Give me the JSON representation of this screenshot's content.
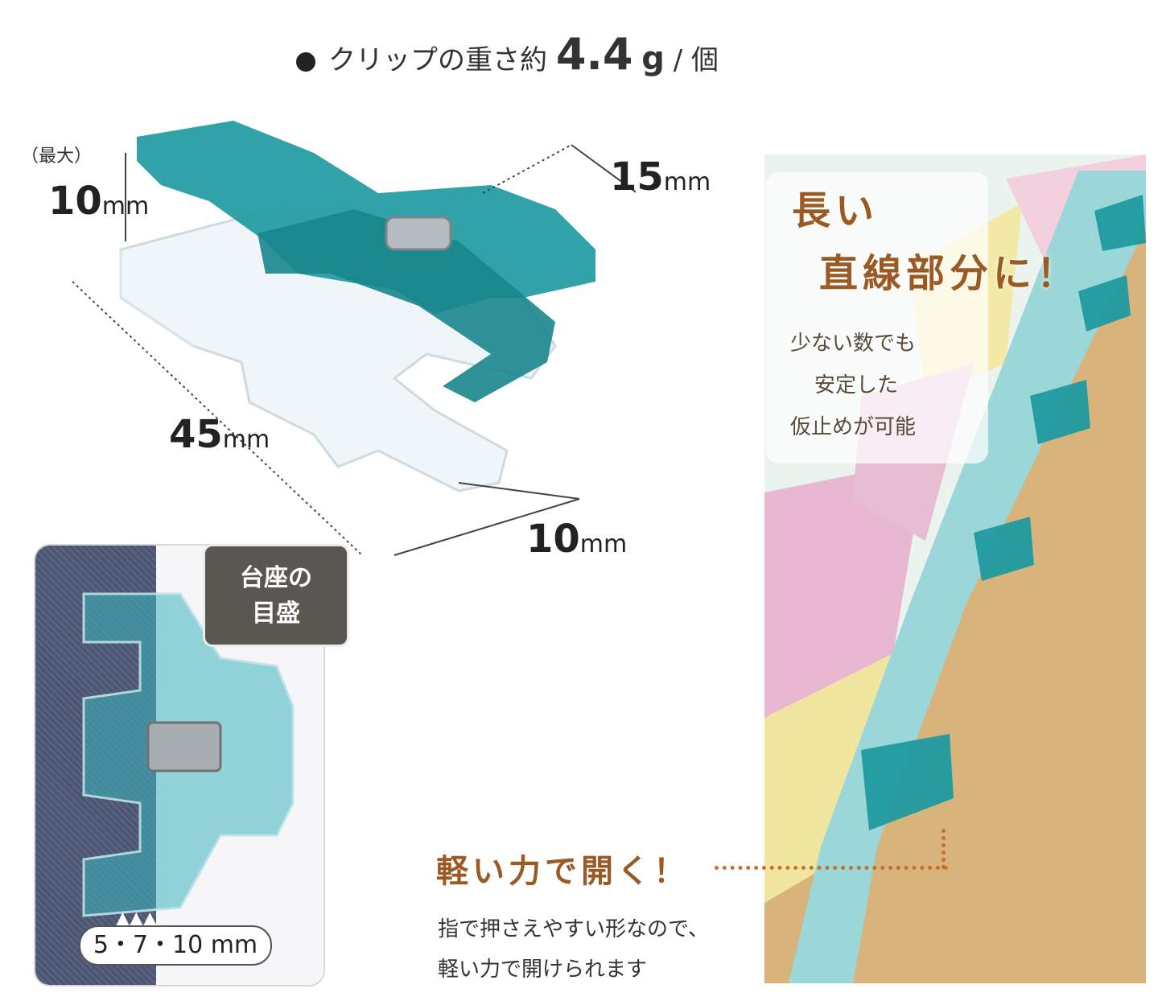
{
  "weight": {
    "prefix": "クリップの重さ約",
    "value": "4.4",
    "unit": "g",
    "suffix": "/ 個"
  },
  "dims": {
    "height_note": "（最大）",
    "height": "10",
    "width_top": "15",
    "length": "45",
    "width_bottom": "10",
    "unit": "mm"
  },
  "inset": {
    "badge_line1": "台座の",
    "badge_line2": "目盛",
    "scale": "5・7・10 mm"
  },
  "photo_callout": {
    "headline1": "長い",
    "headline2": "直線部分に！",
    "line1": "少ない数でも",
    "line2": "安定した",
    "line3": "仮止めが可能"
  },
  "feature": {
    "headline": "軽い力で開く！",
    "line1": "指で押さえやすい形なので、",
    "line2": "軽い力で開けられます"
  },
  "colors": {
    "clip_teal": "#1f9aa0",
    "accent_brown": "#9b5a23",
    "badge_gray": "#5a5651"
  }
}
